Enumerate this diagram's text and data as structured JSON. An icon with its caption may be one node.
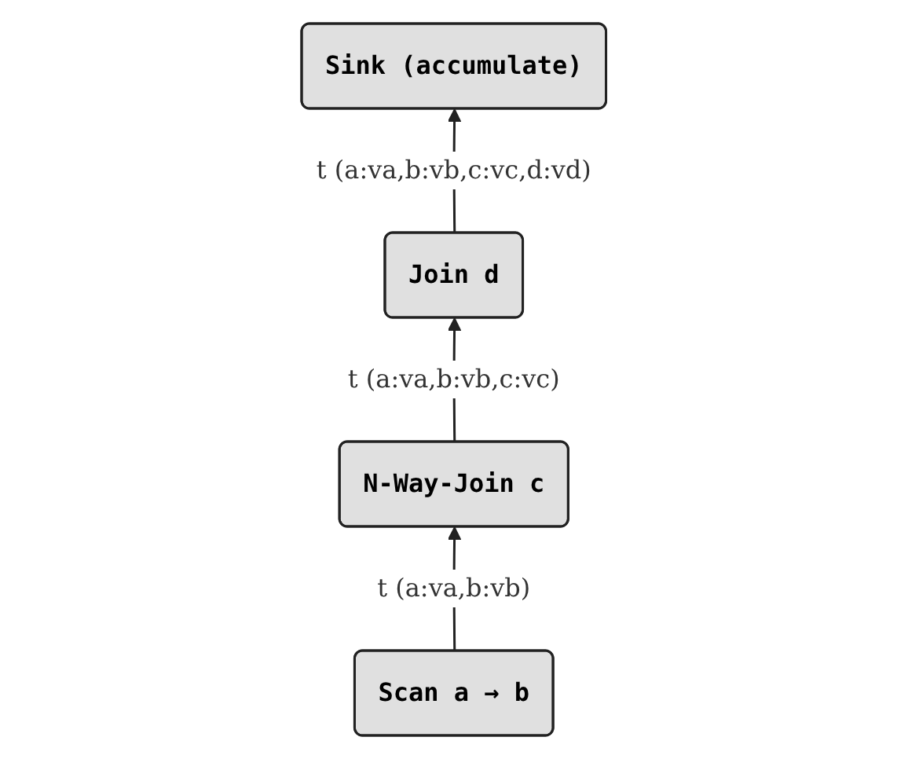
{
  "diagram": {
    "nodes": [
      {
        "text": [
          "Sink (accumulate)"
        ]
      },
      {
        "text": [
          "Join d"
        ]
      },
      {
        "text": [
          "N-Way-Join c"
        ]
      },
      {
        "text": [
          "Scan a → b"
        ]
      }
    ],
    "edges": [
      {
        "from": 3,
        "to": 2,
        "arrow": "to",
        "label": "t (a:va,b:vb)"
      },
      {
        "from": 2,
        "to": 1,
        "arrow": "to",
        "label": "t (a:va,b:vb,c:vc)"
      },
      {
        "from": 1,
        "to": 0,
        "arrow": "to",
        "label": "t (a:va,b:vb,c:vc,d:vd)"
      }
    ]
  }
}
